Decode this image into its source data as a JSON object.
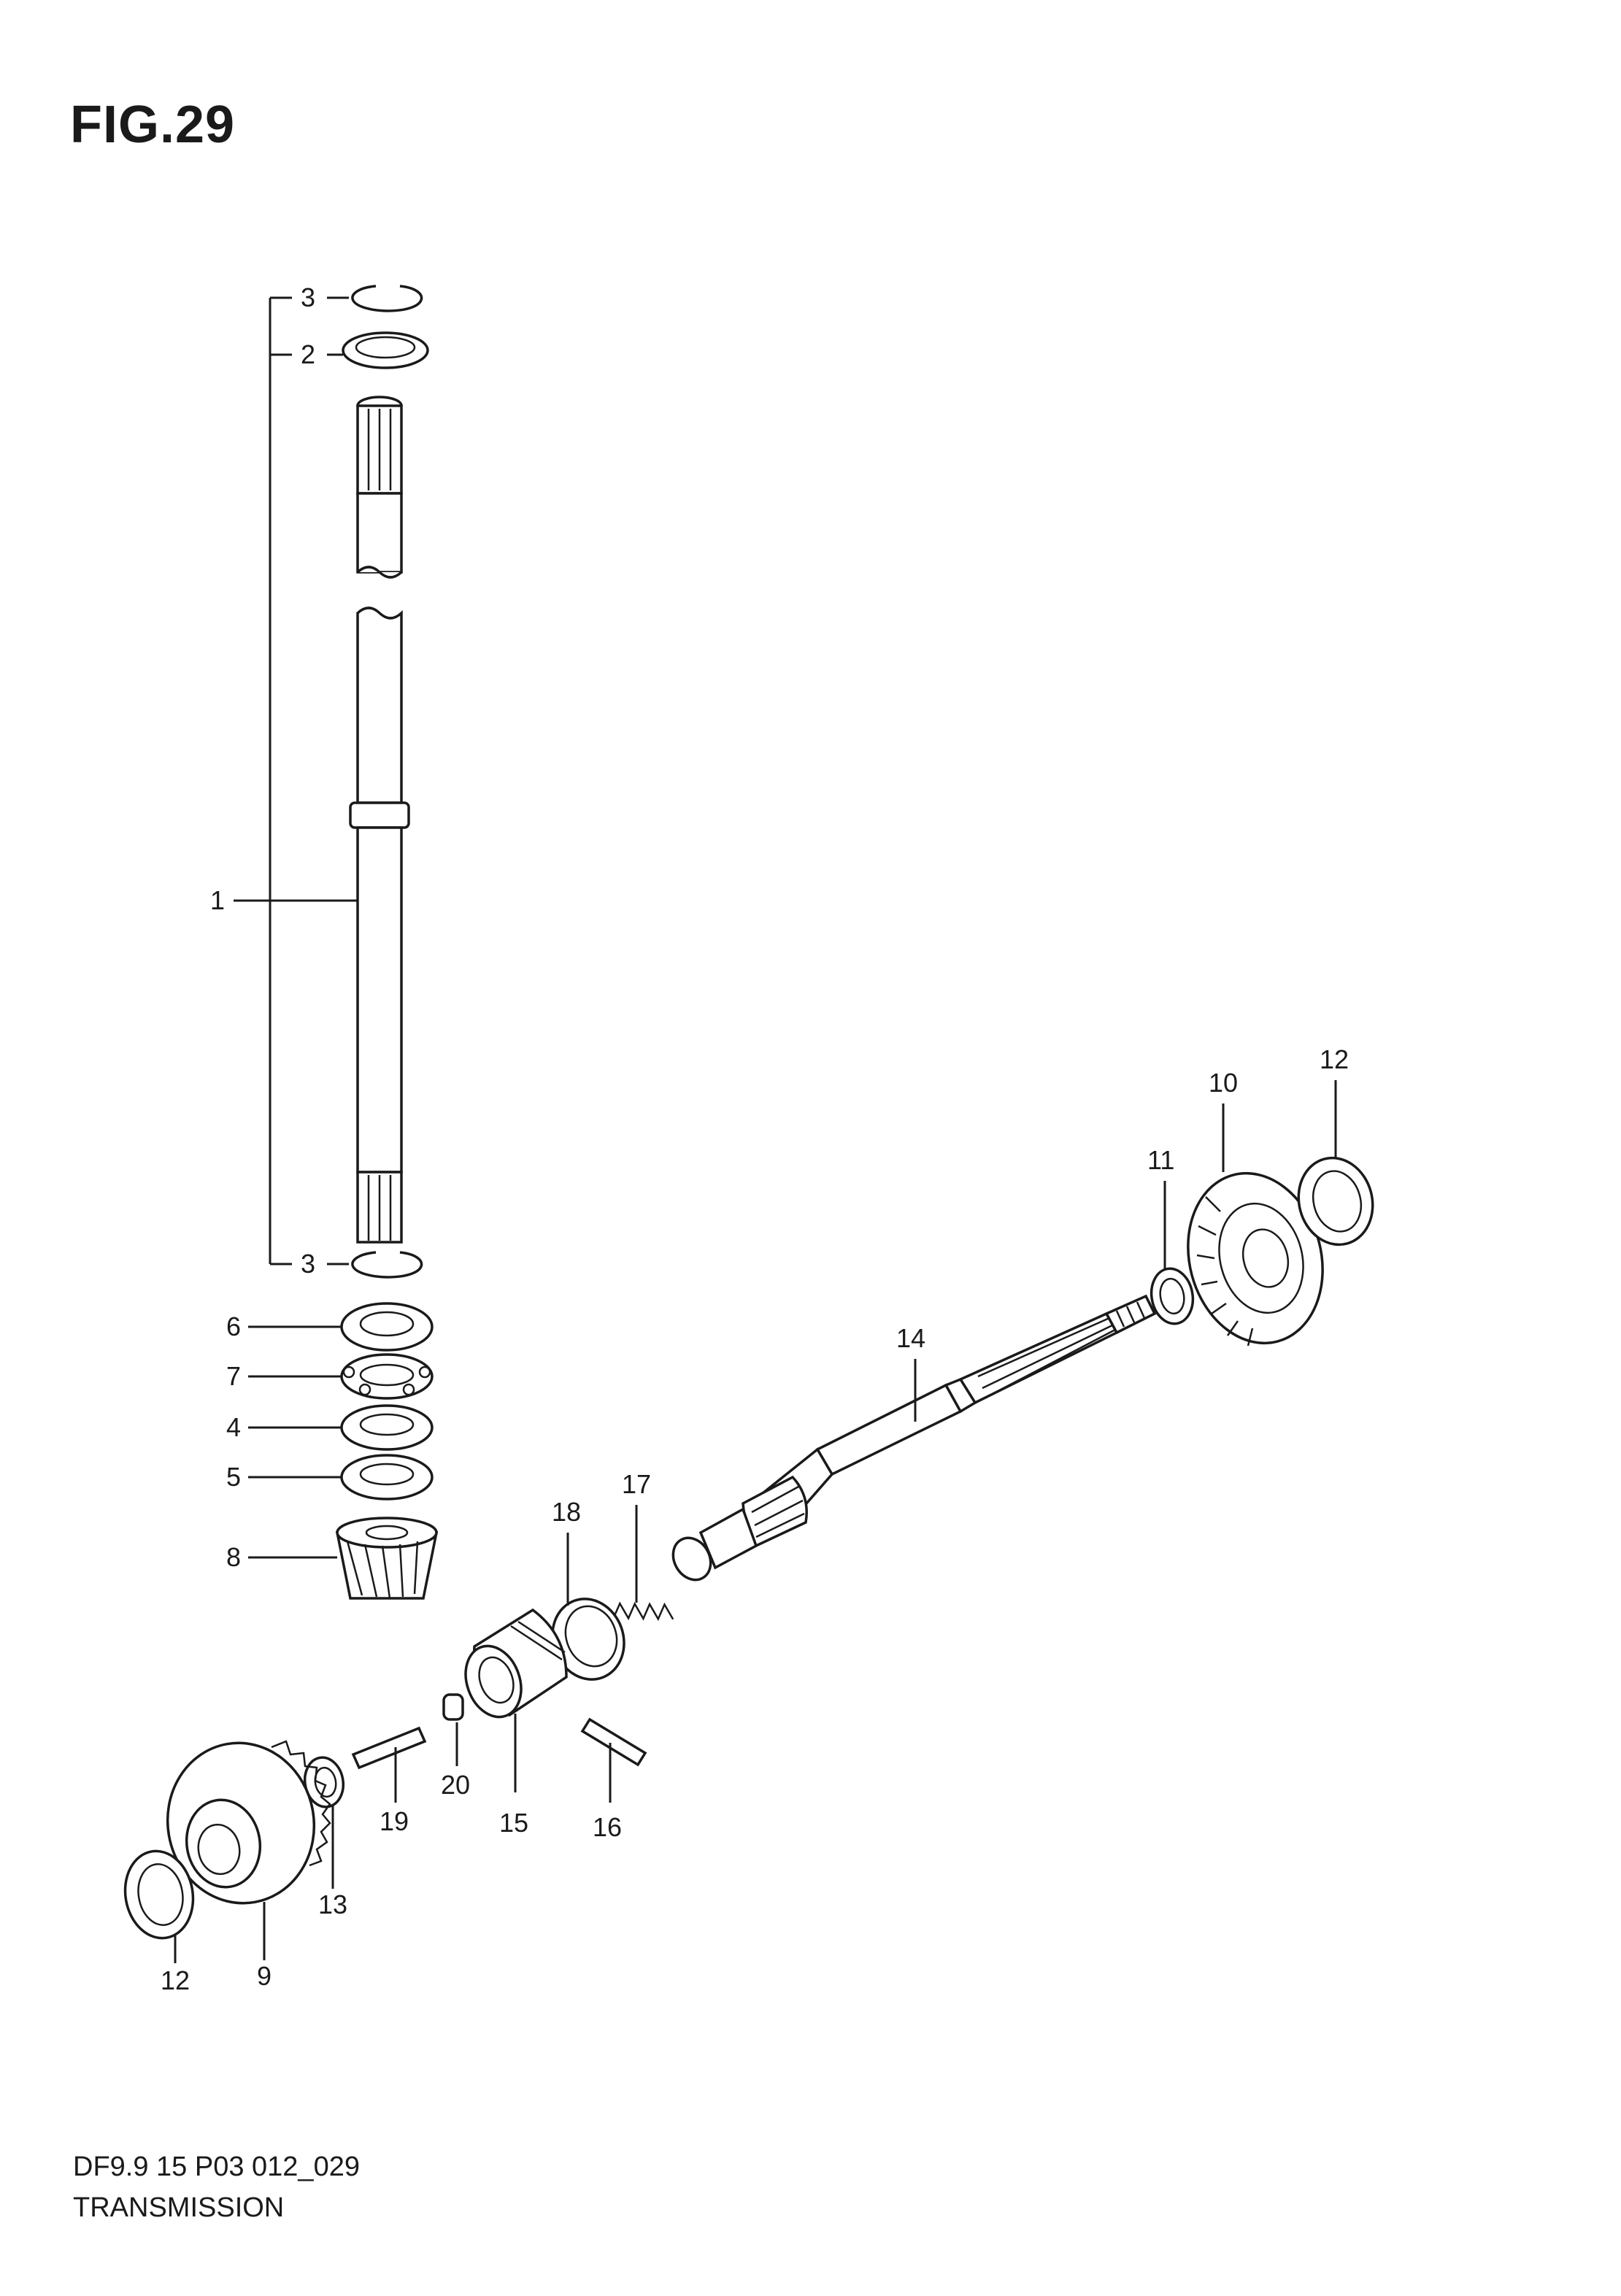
{
  "figure": {
    "title": "FIG.29",
    "drawing_code": "DF9.9 15 P03 012_029",
    "name": "TRANSMISSION"
  },
  "callouts": {
    "c1": "1",
    "c2": "2",
    "c3a": "3",
    "c3b": "3",
    "c4": "4",
    "c5": "5",
    "c6": "6",
    "c7": "7",
    "c8": "8",
    "c9": "9",
    "c10": "10",
    "c11": "11",
    "c12a": "12",
    "c12b": "12",
    "c13": "13",
    "c14": "14",
    "c15": "15",
    "c16": "16",
    "c17": "17",
    "c18": "18",
    "c19": "19",
    "c20": "20"
  }
}
